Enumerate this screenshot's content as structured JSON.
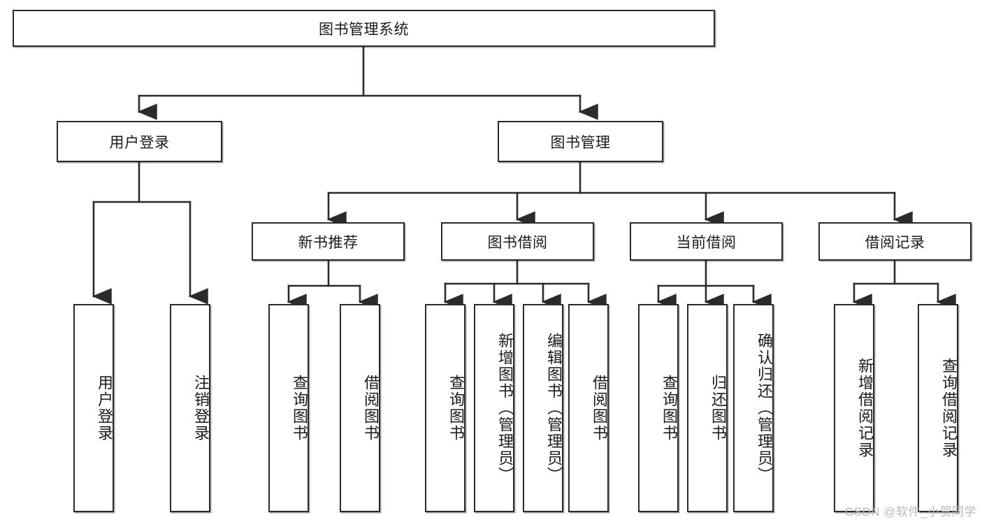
{
  "diagram": {
    "type": "tree-hierarchy-chart",
    "title": "图书管理系统",
    "watermark": "CSDN @软件_小贺同学",
    "colors": {
      "stroke": "#2b2b2b",
      "fill": "#ffffff",
      "text": "#1a1a1a",
      "watermark": "#b9b9b9"
    },
    "nodes": {
      "root": {
        "label": "图书管理系统",
        "level": 1
      },
      "level2": [
        {
          "id": "user-login",
          "label": "用户登录"
        },
        {
          "id": "book-management",
          "label": "图书管理"
        }
      ],
      "level3": [
        {
          "id": "new-book-recommend",
          "label": "新书推荐"
        },
        {
          "id": "book-borrow",
          "label": "图书借阅"
        },
        {
          "id": "current-borrow",
          "label": "当前借阅"
        },
        {
          "id": "borrow-record",
          "label": "借阅记录"
        }
      ],
      "leaves": {
        "user-login": [
          {
            "id": "leaf-user-login",
            "label": "用户登录"
          },
          {
            "id": "leaf-logout-login",
            "label": "注销登录"
          }
        ],
        "new-book-recommend": [
          {
            "id": "leaf-query-book-1",
            "label": "查询图书"
          },
          {
            "id": "leaf-borrow-book-1",
            "label": "借阅图书"
          }
        ],
        "book-borrow": [
          {
            "id": "leaf-query-book-2",
            "label": "查询图书"
          },
          {
            "id": "leaf-add-book",
            "label": "新增图书（管理员）"
          },
          {
            "id": "leaf-edit-book",
            "label": "编辑图书（管理员）"
          },
          {
            "id": "leaf-borrow-book-2",
            "label": "借阅图书"
          }
        ],
        "current-borrow": [
          {
            "id": "leaf-query-book-3",
            "label": "查询图书"
          },
          {
            "id": "leaf-return-book",
            "label": "归还图书"
          },
          {
            "id": "leaf-confirm-return",
            "label": "确认归还（管理员）"
          }
        ],
        "borrow-record": [
          {
            "id": "leaf-add-record",
            "label": "新增借阅记录"
          },
          {
            "id": "leaf-query-record",
            "label": "查询借阅记录"
          }
        ]
      }
    }
  }
}
